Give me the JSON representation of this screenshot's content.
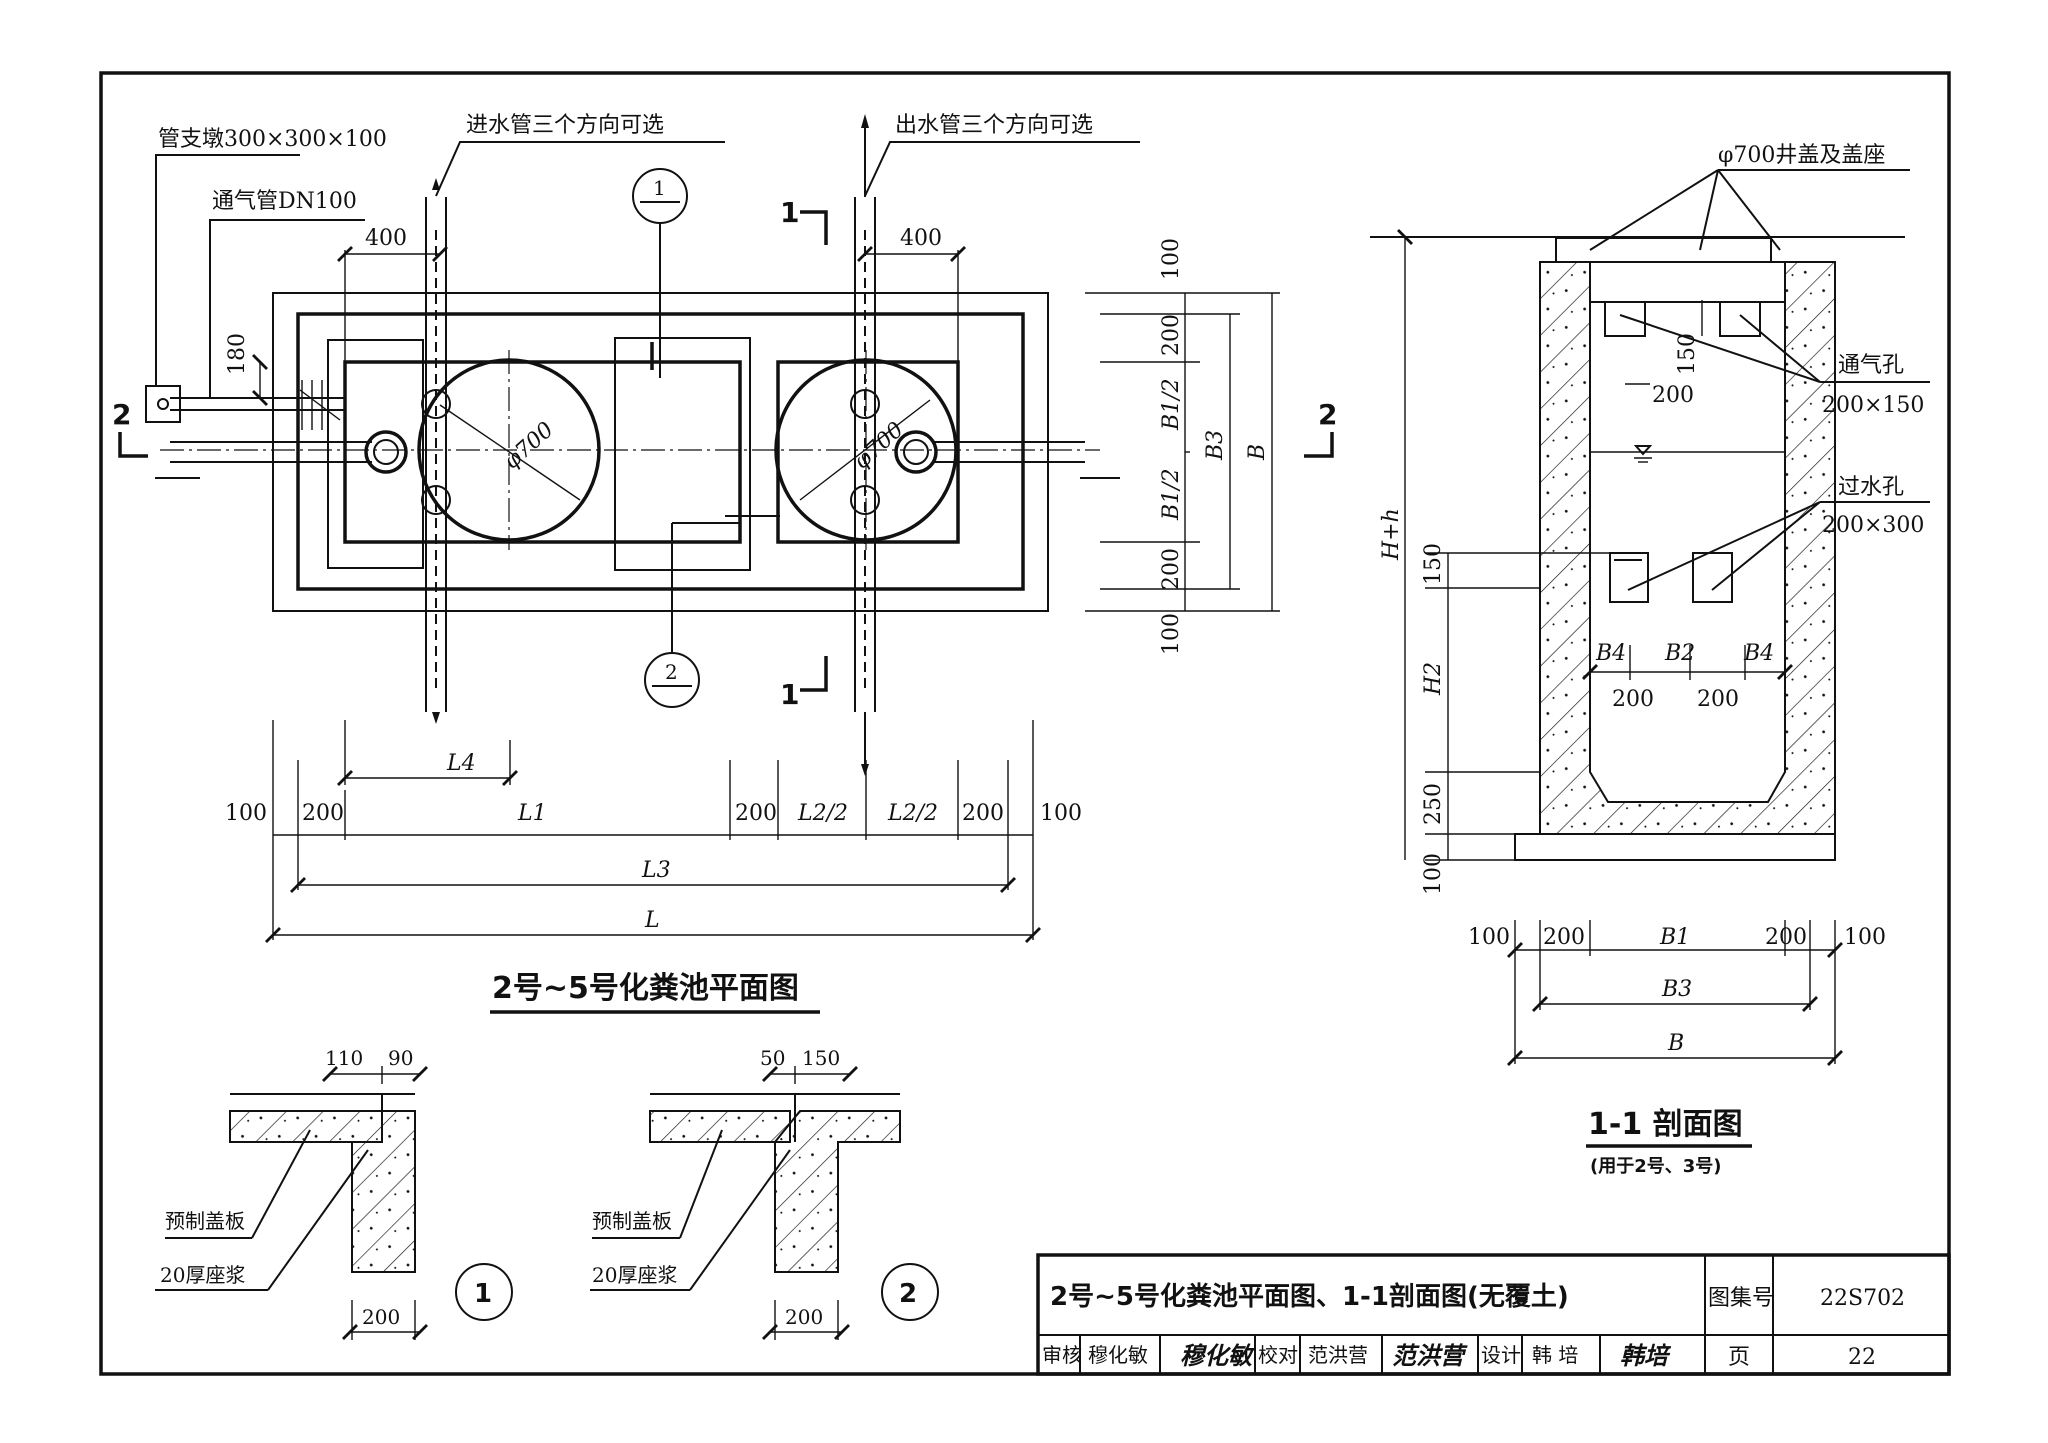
{
  "plan": {
    "title": "2号~5号化粪池平面图",
    "labels": {
      "pipe_pier": "管支墩300×300×100",
      "vent_pipe": "通气管DN100",
      "inlet_note": "进水管三个方向可选",
      "outlet_note": "出水管三个方向可选",
      "diameter_left": "φ700",
      "diameter_right": "φ700",
      "detail_1_top": "1",
      "detail_2_top": "2",
      "section_1_top": "1",
      "section_1_bottom": "1",
      "section_2_left": "2",
      "section_2_right": "2"
    },
    "dims": {
      "d400_left": "400",
      "d400_right": "400",
      "d180": "180",
      "r100_top": "100",
      "r200_top": "200",
      "r_b1_top": "B1/2",
      "r_b1_bot": "B1/2",
      "r200_bot": "200",
      "r100_bot": "100",
      "r_b3": "B3",
      "r_b": "B",
      "l4": "L4",
      "b100_l": "100",
      "b200_l": "200",
      "l1": "L1",
      "b200_m": "200",
      "l2_a": "L2/2",
      "l2_b": "L2/2",
      "b200_r": "200",
      "b100_r": "100",
      "l3": "L3",
      "l": "L"
    }
  },
  "section": {
    "title": "1-1  剖面图",
    "subtitle": "(用于2号、3号)",
    "labels": {
      "cover": "φ700井盖及盖座",
      "vent_hole": "通气孔",
      "vent_hole_size": "200×150",
      "water_hole": "过水孔",
      "water_hole_size": "200×300",
      "d150_top": "150",
      "d200_top": "200",
      "hh": "H+h",
      "d150": "150",
      "h2": "H2",
      "d250": "250",
      "d100": "100",
      "b4_l": "B4",
      "b2": "B2",
      "b4_r": "B4",
      "d200_a": "200",
      "d200_b": "200"
    },
    "dims": {
      "b100_l": "100",
      "b200_l": "200",
      "b1": "B1",
      "b200_r": "200",
      "b100_r": "100",
      "b3": "B3",
      "b": "B"
    }
  },
  "details": {
    "d1": {
      "w110": "110",
      "w90": "90",
      "precast": "预制盖板",
      "mortar": "20厚座浆",
      "w200": "200",
      "num": "1"
    },
    "d2": {
      "w50": "50",
      "w150": "150",
      "precast": "预制盖板",
      "mortar": "20厚座浆",
      "w200": "200",
      "num": "2"
    }
  },
  "title_block": {
    "title": "2号~5号化粪池平面图、1-1剖面图(无覆土)",
    "atlas_label": "图集号",
    "atlas_no": "22S702",
    "review_label": "审核",
    "reviewer": "穆化敏",
    "reviewer_sig": "穆化敏",
    "check_label": "校对",
    "checker": "范洪营",
    "checker_sig": "范洪营",
    "design_label": "设计",
    "designer": "韩 培",
    "designer_sig": "韩培",
    "page_label": "页",
    "page_no": "22"
  }
}
